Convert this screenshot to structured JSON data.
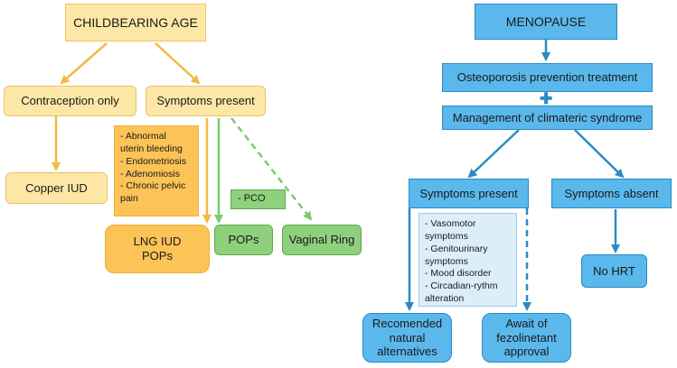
{
  "left": {
    "childbearing_age": "CHILDBEARING AGE",
    "contraception_only": "Contraception only",
    "symptoms_present": "Symptoms present",
    "copper_iud": "Copper IUD",
    "symptom_list": [
      "- Abnormal",
      "uterin bleeding",
      "- Endometriosis",
      "- Adenomiosis",
      "- Chronic pelvic",
      "pain"
    ],
    "pco": "- PCO",
    "lng_iud": "LNG IUD",
    "pops_combo": "POPs",
    "pops": "POPs",
    "vaginal_ring": "Vaginal Ring"
  },
  "right": {
    "menopause": "MENOPAUSE",
    "osteoporosis": "Osteoporosis prevention treatment",
    "plus": "✚",
    "climateric": "Management of climateric syndrome",
    "symptoms_present": "Symptoms present",
    "symptoms_absent": "Symptoms absent",
    "symptom_list": [
      "- Vasomotor",
      "symptoms",
      "- Genitourinary",
      "symptoms",
      "- Mood disorder",
      "- Circadian-rythm",
      "alteration"
    ],
    "no_hrt": "No HRT",
    "natural_lines": [
      "Recomended",
      "natural",
      "alternatives"
    ],
    "fezolinetant_lines": [
      "Await of",
      "fezolinetant",
      "approval"
    ]
  },
  "colors": {
    "yellow_light": "#fde7a6",
    "yellow_dark": "#fcc356",
    "yellow_arrow": "#f5b942",
    "green": "#8fd07d",
    "green_arrow": "#7ccc6a",
    "blue": "#5ab8ec",
    "blue_light": "#dceefa",
    "blue_arrow": "#2a8bc4"
  }
}
